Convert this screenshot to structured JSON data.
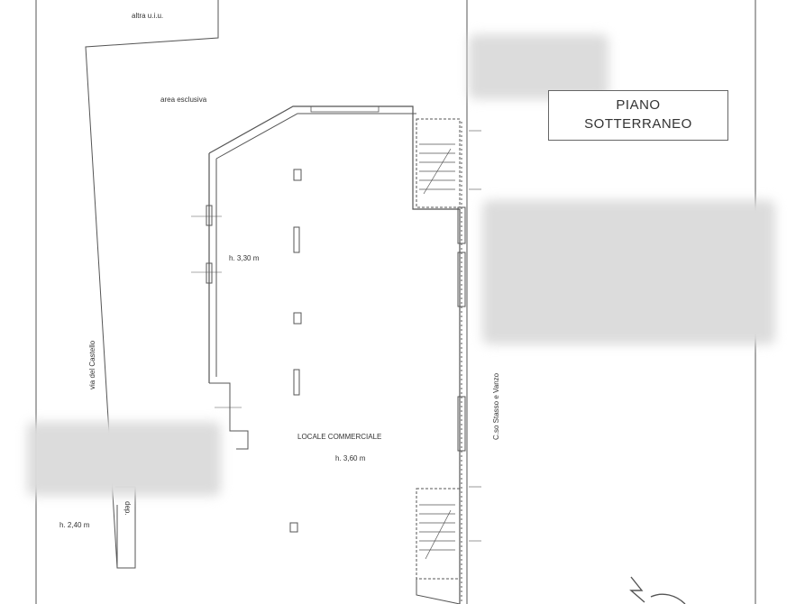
{
  "labels": {
    "altra_uiu": "altra u.i.u.",
    "area_esclusiva": "area esclusiva",
    "height_upper": "h. 3,30 m",
    "locale_commerciale": "LOCALE COMMERCIALE",
    "height_lower": "h. 3,60 m",
    "height_left": "h. 2,40 m",
    "via_castello": "via del Castello",
    "corso_vanzo": "C.so Stasso e Vanzo",
    "depo": "dep."
  },
  "title": {
    "line1": "PIANO",
    "line2": "SOTTERRANEO"
  },
  "colors": {
    "line": "#555555",
    "blur": "#dcdcdc"
  }
}
